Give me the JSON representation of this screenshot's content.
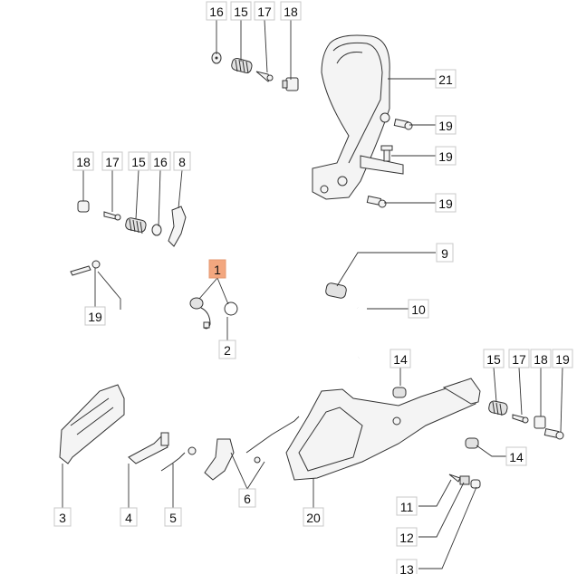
{
  "diagram": {
    "type": "exploded-parts-diagram",
    "highlight_color": "#f3a77f",
    "callouts": [
      "16",
      "15",
      "17",
      "18",
      "21",
      "19",
      "19",
      "19",
      "18",
      "17",
      "15",
      "16",
      "8",
      "19",
      "1",
      "2",
      "9",
      "10",
      "14",
      "15",
      "17",
      "18",
      "19",
      "14",
      "3",
      "4",
      "5",
      "6",
      "20",
      "11",
      "12",
      "13"
    ]
  }
}
